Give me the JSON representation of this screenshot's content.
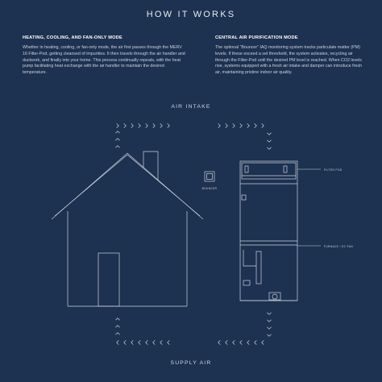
{
  "title": "HOW IT WORKS",
  "left": {
    "heading": "Heating, Cooling, and Fan-Only Mode",
    "body": "Whether in heating, cooling, or fan-only mode, the air first passes through the MERV 16 Filter-Pod, getting cleansed of impurities. It then travels through the air handler and ductwork, and finally into your home. This process continually repeats, with the heat pump facilitating heat exchange with the air handler to maintain the desired temperature."
  },
  "right": {
    "heading": "Central Air Purification Mode",
    "body": "The optional “Bouncer” IAQ monitoring system tracks particulate matter (PM) levels. If these exceed a set threshold, the system activates, recycling air through the Filter-Pod until the desired PM level is reached. When CO2 levels rise, systems equipped with a fresh air intake and damper can introduce fresh air, maintaining pristine indoor air quality."
  },
  "diagram": {
    "air_intake_label": "AIR INTAKE",
    "supply_air_label": "SUPPLY AIR",
    "filter_pod_label": "FILTER POD",
    "bouncer_label": "BOUNCER",
    "furnace_label": "FURNACE / EC FAN"
  },
  "colors": {
    "background": "#1d3150",
    "line": "#c9d3e0"
  }
}
